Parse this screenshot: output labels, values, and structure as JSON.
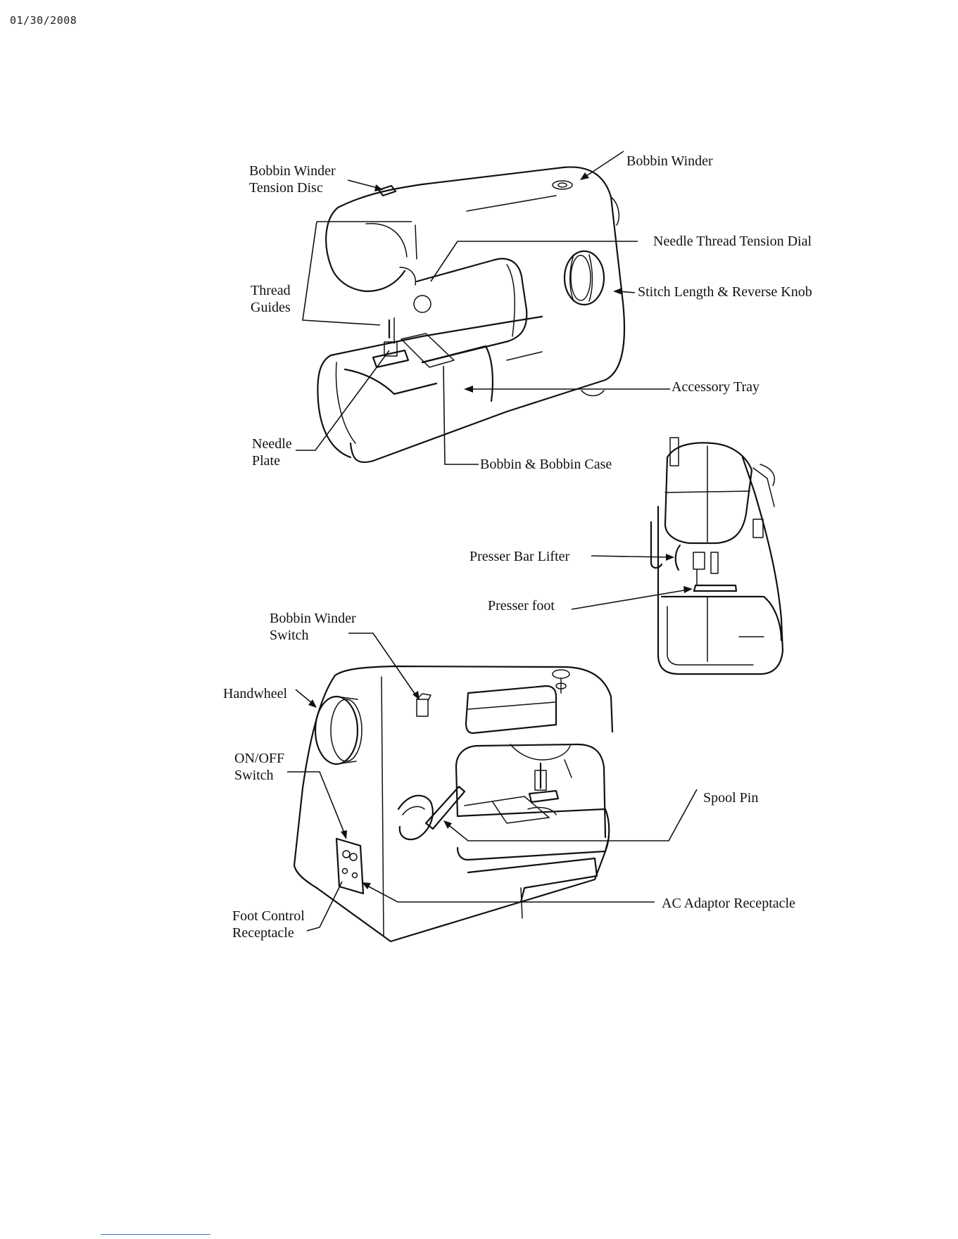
{
  "header": {
    "date": "01/30/2008"
  },
  "front_view_labels": {
    "bobbin_winder_tension_disc": "Bobbin Winder\nTension Disc",
    "bobbin_winder": "Bobbin Winder",
    "needle_thread_tension_dial": "Needle Thread Tension Dial",
    "thread_guides": "Thread\nGuides",
    "stitch_length_reverse_knob": "Stitch Length & Reverse Knob",
    "accessory_tray": "Accessory Tray",
    "needle_plate": "Needle\nPlate",
    "bobbin_case": "Bobbin & Bobbin Case"
  },
  "side_view_labels": {
    "presser_bar_lifter": "Presser Bar Lifter",
    "presser_foot": "Presser foot"
  },
  "rear_view_labels": {
    "bobbin_winder_switch": "Bobbin Winder\nSwitch",
    "handwheel": "Handwheel",
    "on_off_switch": "ON/OFF\nSwitch",
    "spool_pin": "Spool Pin",
    "ac_adaptor_receptacle": "AC Adaptor Receptacle",
    "foot_control_receptacle": "Foot Control\nReceptacle"
  }
}
